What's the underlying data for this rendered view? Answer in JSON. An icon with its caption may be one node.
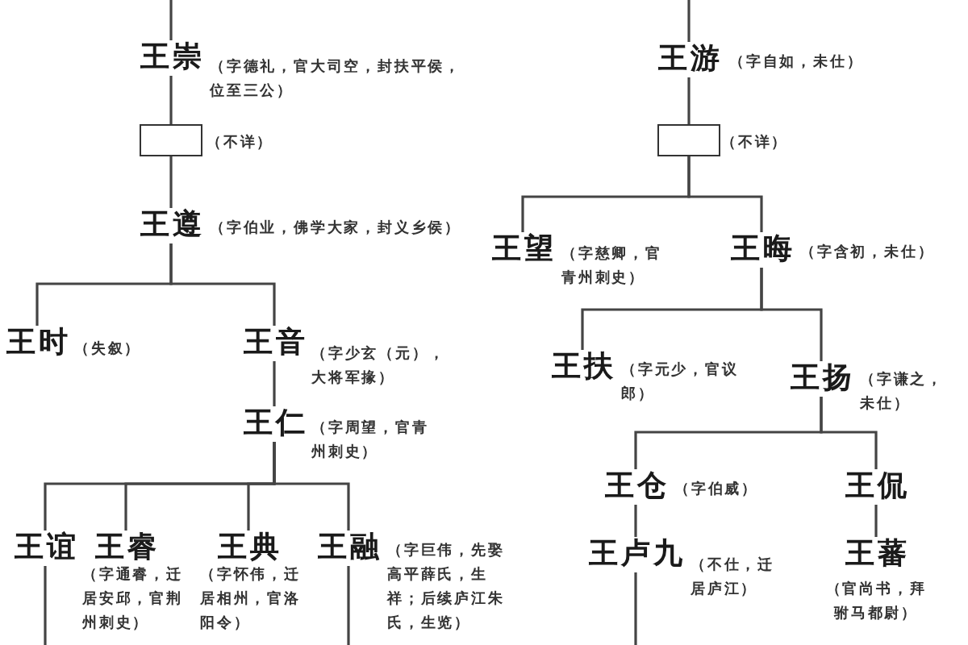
{
  "diagram": {
    "nodes": [
      {
        "text": [
          "王崇"
        ],
        "beside": [
          "（字德礼，官大司空，封扶平侯，位至三公）"
        ]
      },
      {
        "text": [
          "王游"
        ],
        "beside": [
          "（字自如，未仕）"
        ]
      },
      {
        "text": [],
        "shape": "box",
        "beside": [
          "（不详）"
        ]
      },
      {
        "text": [],
        "shape": "box",
        "beside": [
          "（不详）"
        ]
      },
      {
        "text": [
          "王遵"
        ],
        "beside": [
          "（字伯业，佛学大家，封义乡侯）"
        ]
      },
      {
        "text": [
          "王望"
        ],
        "beside": [
          "（字慈卿，官青州刺史）"
        ]
      },
      {
        "text": [
          "王晦"
        ],
        "beside": [
          "（字含初，未仕）"
        ]
      },
      {
        "text": [
          "王时"
        ],
        "beside": [
          "（失叙）"
        ]
      },
      {
        "text": [
          "王音"
        ],
        "beside": [
          "（字少玄（元），大将军掾）"
        ]
      },
      {
        "text": [
          "王扶"
        ],
        "beside": [
          "（字元少，官议郎）"
        ]
      },
      {
        "text": [
          "王扬"
        ],
        "beside": [
          "（字谦之，未仕）"
        ]
      },
      {
        "text": [
          "王仁"
        ],
        "beside": [
          "（字周望，官青州刺史）"
        ]
      },
      {
        "text": [
          "王仓"
        ],
        "beside": [
          "（字伯威）"
        ]
      },
      {
        "text": [
          "王侃"
        ]
      },
      {
        "text": [
          "王谊"
        ]
      },
      {
        "text": [
          "王睿"
        ],
        "beside": [
          "（字通睿，迁居安邱，官荆州刺史）"
        ]
      },
      {
        "text": [
          "王典"
        ],
        "beside": [
          "（字怀伟，迁居相州，官洛阳令）"
        ]
      },
      {
        "text": [
          "王融"
        ],
        "beside": [
          "（字巨伟，先娶高平薛氏，生祥；后续庐江朱氏，生览）"
        ]
      },
      {
        "text": [
          "王卢九"
        ],
        "beside": [
          "（不仕，迁居庐江）"
        ]
      },
      {
        "text": [
          "王蕃"
        ],
        "beside": [
          "（官尚书，拜驸马都尉）"
        ]
      }
    ],
    "edges": [
      {
        "from": null,
        "to": 0,
        "arrow": "none"
      },
      {
        "from": null,
        "to": 1,
        "arrow": "none"
      },
      {
        "from": 0,
        "to": 2,
        "arrow": "none"
      },
      {
        "from": 1,
        "to": 3,
        "arrow": "none"
      },
      {
        "from": 2,
        "to": 4,
        "arrow": "none"
      },
      {
        "from": 3,
        "to": 5,
        "arrow": "none"
      },
      {
        "from": 3,
        "to": 6,
        "arrow": "none"
      },
      {
        "from": 4,
        "to": 7,
        "arrow": "none"
      },
      {
        "from": 4,
        "to": 8,
        "arrow": "none"
      },
      {
        "from": 6,
        "to": 9,
        "arrow": "none"
      },
      {
        "from": 6,
        "to": 10,
        "arrow": "none"
      },
      {
        "from": 8,
        "to": 11,
        "arrow": "none"
      },
      {
        "from": 10,
        "to": 12,
        "arrow": "none"
      },
      {
        "from": 10,
        "to": 13,
        "arrow": "none"
      },
      {
        "from": 11,
        "to": 14,
        "arrow": "none"
      },
      {
        "from": 11,
        "to": 15,
        "arrow": "none"
      },
      {
        "from": 11,
        "to": 16,
        "arrow": "none"
      },
      {
        "from": 11,
        "to": 17,
        "arrow": "none"
      },
      {
        "from": 12,
        "to": 18,
        "arrow": "none"
      },
      {
        "from": 13,
        "to": 19,
        "arrow": "none"
      },
      {
        "from": 14,
        "to": null,
        "arrow": "none"
      },
      {
        "from": 17,
        "to": null,
        "arrow": "none"
      },
      {
        "from": 18,
        "to": null,
        "arrow": "none"
      }
    ]
  }
}
